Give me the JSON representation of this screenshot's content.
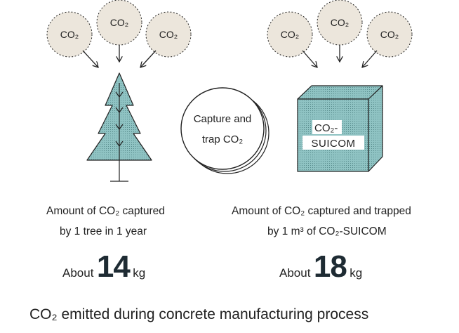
{
  "bubble_label": "CO₂",
  "disc": {
    "line1": "Capture and",
    "line2": "trap CO₂"
  },
  "block_label": {
    "line1": "CO₂-",
    "line2": "SUICOM"
  },
  "left": {
    "caption_line1": "Amount of CO₂ captured",
    "caption_line2": "by 1 tree in 1 year",
    "about": "About",
    "value": "14",
    "unit": "kg"
  },
  "right": {
    "caption_line1": "Amount of CO₂ captured and trapped",
    "caption_line2": "by 1 m³ of CO₂-SUICOM",
    "about": "About",
    "value": "18",
    "unit": "kg"
  },
  "footer": "CO₂ emitted during concrete manufacturing process",
  "colors": {
    "bubble_fill": "#ece6dc",
    "teal": "#8fc3c3",
    "dots": "#4a7f80",
    "stroke": "#222222"
  }
}
